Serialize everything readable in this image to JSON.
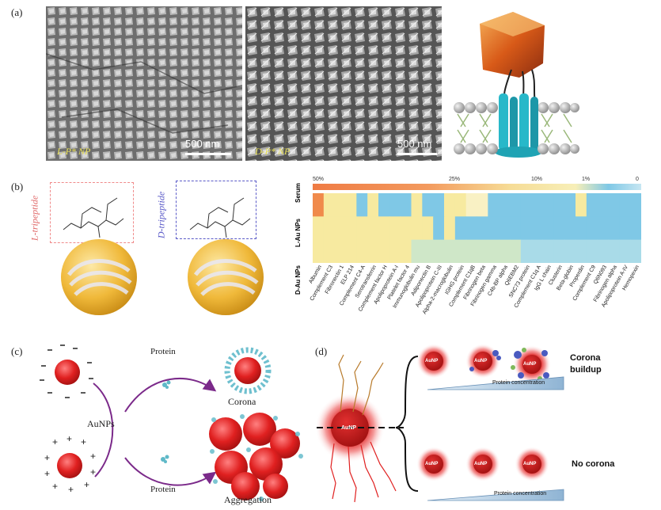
{
  "panel_a": {
    "label": "(a)",
    "left_image_label": "L-P* NP",
    "right_image_label": "D-P* NP",
    "scale_left": "500 nm",
    "scale_right": "500 nm"
  },
  "panel_b": {
    "label": "(b)",
    "l_tripeptide": "L-tripeptide",
    "d_tripeptide": "D-tripeptide",
    "scale_ticks": [
      "50%",
      "25%",
      "10%",
      "1%",
      "0"
    ],
    "row_labels": [
      "Serum",
      "L-Au NPs",
      "D-Au NPs"
    ],
    "proteins": [
      "Albumin",
      "Complement C3",
      "Fibronectin 1",
      "ELP 214",
      "Complement C4-A",
      "Serotransferrin",
      "Complement factor H",
      "Apolipoprotein A-I",
      "Platelet factor 4",
      "Immunoglobulin mu",
      "Adiponectin B",
      "Apolipoprotein C-III",
      "Alpha-2-macroglobulin",
      "IGHG protein",
      "Complement C1qB",
      "Fibrinogen beta",
      "Fibrinogen gamma",
      "C4b-BP alpha",
      "Q6EBM2",
      "SNC73 protein",
      "Complement C1q A",
      "IgG L chain",
      "Clusterin",
      "Beta-globin",
      "Properdin",
      "Complement C9",
      "Q6N093",
      "Fibrinogen alpha",
      "Apolipoprotein A-IV",
      "Hemopexin"
    ]
  },
  "panel_c": {
    "label": "(c)",
    "protein_top": "Protein",
    "protein_bottom": "Protein",
    "aunps": "AuNPs",
    "corona": "Corona",
    "aggregation": "Aggregation"
  },
  "panel_d": {
    "label": "(d)",
    "aunp": "AuNP",
    "corona_buildup_1": "Corona",
    "corona_buildup_2": "buildup",
    "no_corona": "No corona",
    "protein_conc_top": "Protein  concentration",
    "protein_conc_bottom": "Protein concentration"
  },
  "colors": {
    "gold": "#f0b93a",
    "red": "#e02020",
    "purple": "#7b2a8a",
    "heat_high": "#f08a4b",
    "heat_mid": "#f7eaa0",
    "heat_low": "#7fc8e6"
  }
}
